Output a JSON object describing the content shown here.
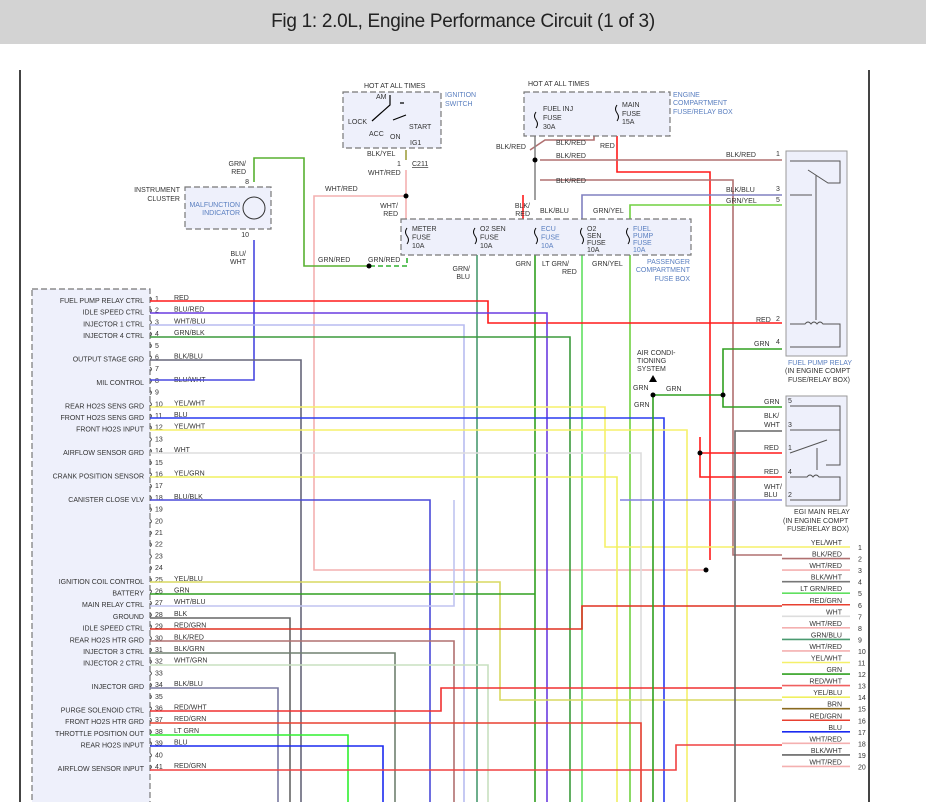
{
  "figure": {
    "title": "Fig 1: 2.0L, Engine Performance Circuit (1 of 3)"
  },
  "ignition_switch": {
    "header": "HOT AT ALL TIMES",
    "name": [
      "IGNITION",
      "SWITCH"
    ],
    "positions": [
      "AM",
      "LOCK",
      "ACC",
      "ON",
      "START",
      "IG1"
    ],
    "wire_top": "BLK/YEL",
    "connector_pin": "1",
    "connector": "C211",
    "wire_bottom": "WHT/RED"
  },
  "engine_fuse_box": {
    "header": "HOT AT ALL TIMES",
    "name": [
      "ENGINE",
      "COMPARTMENT",
      "FUSE/RELAY BOX"
    ],
    "fuses": [
      {
        "lines": [
          "FUEL INJ",
          "FUSE",
          "30A"
        ]
      },
      {
        "lines": [
          "MAIN",
          "FUSE",
          "15A"
        ]
      }
    ],
    "wires": [
      "BLK/RED",
      "BLK/RED",
      "RED",
      "BLK/RED",
      "BLK/RED"
    ]
  },
  "instrument_cluster": {
    "name": [
      "INSTRUMENT",
      "CLUSTER"
    ],
    "component": [
      "MALFUNCTION",
      "INDICATOR"
    ],
    "pin_top": "8",
    "pin_bottom": "10",
    "wire_top": [
      "GRN/",
      "RED"
    ],
    "wire_bottom": [
      "BLU/",
      "WHT"
    ]
  },
  "misc_wires": {
    "wht_red": "WHT/RED",
    "wht_red_split": [
      "WHT/",
      "RED"
    ],
    "grn_red_a": "GRN/RED",
    "grn_red_b": "GRN/RED",
    "blk_red_split": [
      "BLK/",
      "RED"
    ],
    "blk_blu": "BLK/BLU",
    "grn_yel": "GRN/YEL"
  },
  "passenger_fuse_box": {
    "name": [
      "PASSENGER",
      "COMPARTMENT",
      "FUSE BOX"
    ],
    "fuses": [
      {
        "lines": [
          "METER",
          "FUSE",
          "10A"
        ]
      },
      {
        "lines": [
          "O2 SEN",
          "FUSE",
          "10A"
        ]
      },
      {
        "lines": [
          "ECU",
          "FUSE",
          "10A"
        ]
      },
      {
        "lines": [
          "O2",
          "SEN",
          "FUSE",
          "10A"
        ]
      },
      {
        "lines": [
          "FUEL",
          "PUMP",
          "FUSE",
          "10A"
        ]
      }
    ],
    "out_wires": [
      [
        "GRN/",
        "BLU"
      ],
      [
        "GRN"
      ],
      [
        "LT GRN/",
        "RED"
      ],
      [
        "GRN/YEL"
      ]
    ]
  },
  "fuel_pump_relay": {
    "name": [
      "FUEL PUMP RELAY",
      "(IN ENGINE COMPT",
      "FUSE/RELAY BOX)"
    ],
    "pins": [
      {
        "wire": "BLK/RED",
        "pin": "1"
      },
      {
        "wire": "BLK/BLU",
        "pin": "3"
      },
      {
        "wire": "GRN/YEL",
        "pin": "5"
      },
      {
        "wire": "RED",
        "pin": "2"
      },
      {
        "wire": "GRN",
        "pin": "4"
      }
    ]
  },
  "ac_system": {
    "name": [
      "AIR CONDI-",
      "TIONING",
      "SYSTEM"
    ],
    "wires": [
      "GRN",
      "GRN",
      "GRN"
    ]
  },
  "egi_main_relay": {
    "name": [
      "EGI MAIN RELAY",
      "(IN ENGINE COMPT",
      "FUSE/RELAY BOX)"
    ],
    "pins": [
      {
        "wire": [
          "GRN"
        ],
        "pin": "5"
      },
      {
        "wire": [
          "BLK/",
          "WHT"
        ],
        "pin": "3"
      },
      {
        "wire": [
          "RED"
        ],
        "pin": "1"
      },
      {
        "wire": [
          "RED"
        ],
        "pin": "4"
      },
      {
        "wire": [
          "WHT/",
          "BLU"
        ],
        "pin": "2"
      }
    ]
  },
  "ecu_pins": [
    {
      "pin": "1",
      "label": "FUEL PUMP RELAY CTRL",
      "wire": "RED",
      "color": "#ff1a1a"
    },
    {
      "pin": "2",
      "label": "IDLE SPEED CTRL",
      "wire": "BLU/RED",
      "color": "#6a3ce0"
    },
    {
      "pin": "3",
      "label": "INJECTOR 1 CTRL",
      "wire": "WHT/BLU",
      "color": "#b8bcf0"
    },
    {
      "pin": "4",
      "label": "INJECTOR 4 CTRL",
      "wire": "GRN/BLK",
      "color": "#3c9a3c"
    },
    {
      "pin": "5",
      "label": "",
      "wire": "",
      "color": ""
    },
    {
      "pin": "6",
      "label": "OUTPUT STAGE GRD",
      "wire": "BLK/BLU",
      "color": "#66667a"
    },
    {
      "pin": "7",
      "label": "",
      "wire": "",
      "color": ""
    },
    {
      "pin": "8",
      "label": "MIL CONTROL",
      "wire": "BLU/WHT",
      "color": "#4848e0"
    },
    {
      "pin": "9",
      "label": "",
      "wire": "",
      "color": ""
    },
    {
      "pin": "10",
      "label": "REAR HO2S SENS GRD",
      "wire": "YEL/WHT",
      "color": "#f5f06a"
    },
    {
      "pin": "11",
      "label": "FRONT HO2S SENS GRD",
      "wire": "BLU",
      "color": "#2a3cf0"
    },
    {
      "pin": "12",
      "label": "FRONT HO2S INPUT",
      "wire": "YEL/WHT",
      "color": "#f5f06a"
    },
    {
      "pin": "13",
      "label": "",
      "wire": "",
      "color": ""
    },
    {
      "pin": "14",
      "label": "AIRFLOW SENSOR GRD",
      "wire": "WHT",
      "color": "#dddddd"
    },
    {
      "pin": "15",
      "label": "",
      "wire": "",
      "color": ""
    },
    {
      "pin": "16",
      "label": "CRANK POSITION SENSOR",
      "wire": "YEL/GRN",
      "color": "#f0f060"
    },
    {
      "pin": "17",
      "label": "",
      "wire": "",
      "color": ""
    },
    {
      "pin": "18",
      "label": "CANISTER CLOSE VLV",
      "wire": "BLU/BLK",
      "color": "#4a4ad8"
    },
    {
      "pin": "19",
      "label": "",
      "wire": "",
      "color": ""
    },
    {
      "pin": "20",
      "label": "",
      "wire": "",
      "color": ""
    },
    {
      "pin": "21",
      "label": "",
      "wire": "",
      "color": ""
    },
    {
      "pin": "22",
      "label": "",
      "wire": "",
      "color": ""
    },
    {
      "pin": "23",
      "label": "",
      "wire": "",
      "color": ""
    },
    {
      "pin": "24",
      "label": "",
      "wire": "",
      "color": ""
    },
    {
      "pin": "25",
      "label": "IGNITION COIL CONTROL",
      "wire": "YEL/BLU",
      "color": "#d8d860"
    },
    {
      "pin": "26",
      "label": "BATTERY",
      "wire": "GRN",
      "color": "#30a020"
    },
    {
      "pin": "27",
      "label": "MAIN RELAY CTRL",
      "wire": "WHT/BLU",
      "color": "#c0c4f0"
    },
    {
      "pin": "28",
      "label": "GROUND",
      "wire": "BLK",
      "color": "#666666"
    },
    {
      "pin": "29",
      "label": "IDLE SPEED CTRL",
      "wire": "RED/GRN",
      "color": "#e03020"
    },
    {
      "pin": "30",
      "label": "REAR HO2S HTR GRD",
      "wire": "BLK/RED",
      "color": "#b07070"
    },
    {
      "pin": "31",
      "label": "INJECTOR 3 CTRL",
      "wire": "BLK/GRN",
      "color": "#708070"
    },
    {
      "pin": "32",
      "label": "INJECTOR 2 CTRL",
      "wire": "WHT/GRN",
      "color": "#c8e0c0"
    },
    {
      "pin": "33",
      "label": "",
      "wire": "",
      "color": ""
    },
    {
      "pin": "34",
      "label": "INJECTOR GRD",
      "wire": "BLK/BLU",
      "color": "#7878a0"
    },
    {
      "pin": "35",
      "label": "",
      "wire": "",
      "color": ""
    },
    {
      "pin": "36",
      "label": "PURGE SOLENOID CTRL",
      "wire": "RED/WHT",
      "color": "#f03030"
    },
    {
      "pin": "37",
      "label": "FRONT HO2S HTR GRD",
      "wire": "RED/GRN",
      "color": "#e84030"
    },
    {
      "pin": "38",
      "label": "THROTTLE POSITION OUT",
      "wire": "LT GRN",
      "color": "#30f030"
    },
    {
      "pin": "39",
      "label": "REAR HO2S INPUT",
      "wire": "BLU",
      "color": "#1a2af0"
    },
    {
      "pin": "40",
      "label": "",
      "wire": "",
      "color": ""
    },
    {
      "pin": "41",
      "label": "AIRFLOW SENSOR INPUT",
      "wire": "RED/GRN",
      "color": "#f04040"
    }
  ],
  "right_connector": [
    {
      "pin": "1",
      "wire": "YEL/WHT",
      "color": "#f5f06a"
    },
    {
      "pin": "2",
      "wire": "BLK/RED",
      "color": "#b07070"
    },
    {
      "pin": "3",
      "wire": "WHT/RED",
      "color": "#f4b0b0"
    },
    {
      "pin": "4",
      "wire": "BLK/WHT",
      "color": "#777777"
    },
    {
      "pin": "5",
      "wire": "LT GRN/RED",
      "color": "#60e060"
    },
    {
      "pin": "6",
      "wire": "RED/GRN",
      "color": "#e84030"
    },
    {
      "pin": "7",
      "wire": "WHT",
      "color": "#dddddd"
    },
    {
      "pin": "8",
      "wire": "WHT/RED",
      "color": "#f4b0b0"
    },
    {
      "pin": "9",
      "wire": "GRN/BLU",
      "color": "#4a9a70"
    },
    {
      "pin": "10",
      "wire": "WHT/RED",
      "color": "#f4b0b0"
    },
    {
      "pin": "11",
      "wire": "YEL/WHT",
      "color": "#f5f06a"
    },
    {
      "pin": "12",
      "wire": "GRN",
      "color": "#30a020"
    },
    {
      "pin": "13",
      "wire": "RED/WHT",
      "color": "#f06060"
    },
    {
      "pin": "14",
      "wire": "YEL/BLU",
      "color": "#f0f060"
    },
    {
      "pin": "15",
      "wire": "BRN",
      "color": "#8a6a20"
    },
    {
      "pin": "16",
      "wire": "RED/GRN",
      "color": "#e84030"
    },
    {
      "pin": "17",
      "wire": "BLU",
      "color": "#1a2af0"
    },
    {
      "pin": "18",
      "wire": "WHT/RED",
      "color": "#f4b0b0"
    },
    {
      "pin": "19",
      "wire": "BLK/WHT",
      "color": "#666666"
    },
    {
      "pin": "20",
      "wire": "WHT/RED",
      "color": "#f4b0b0"
    }
  ]
}
